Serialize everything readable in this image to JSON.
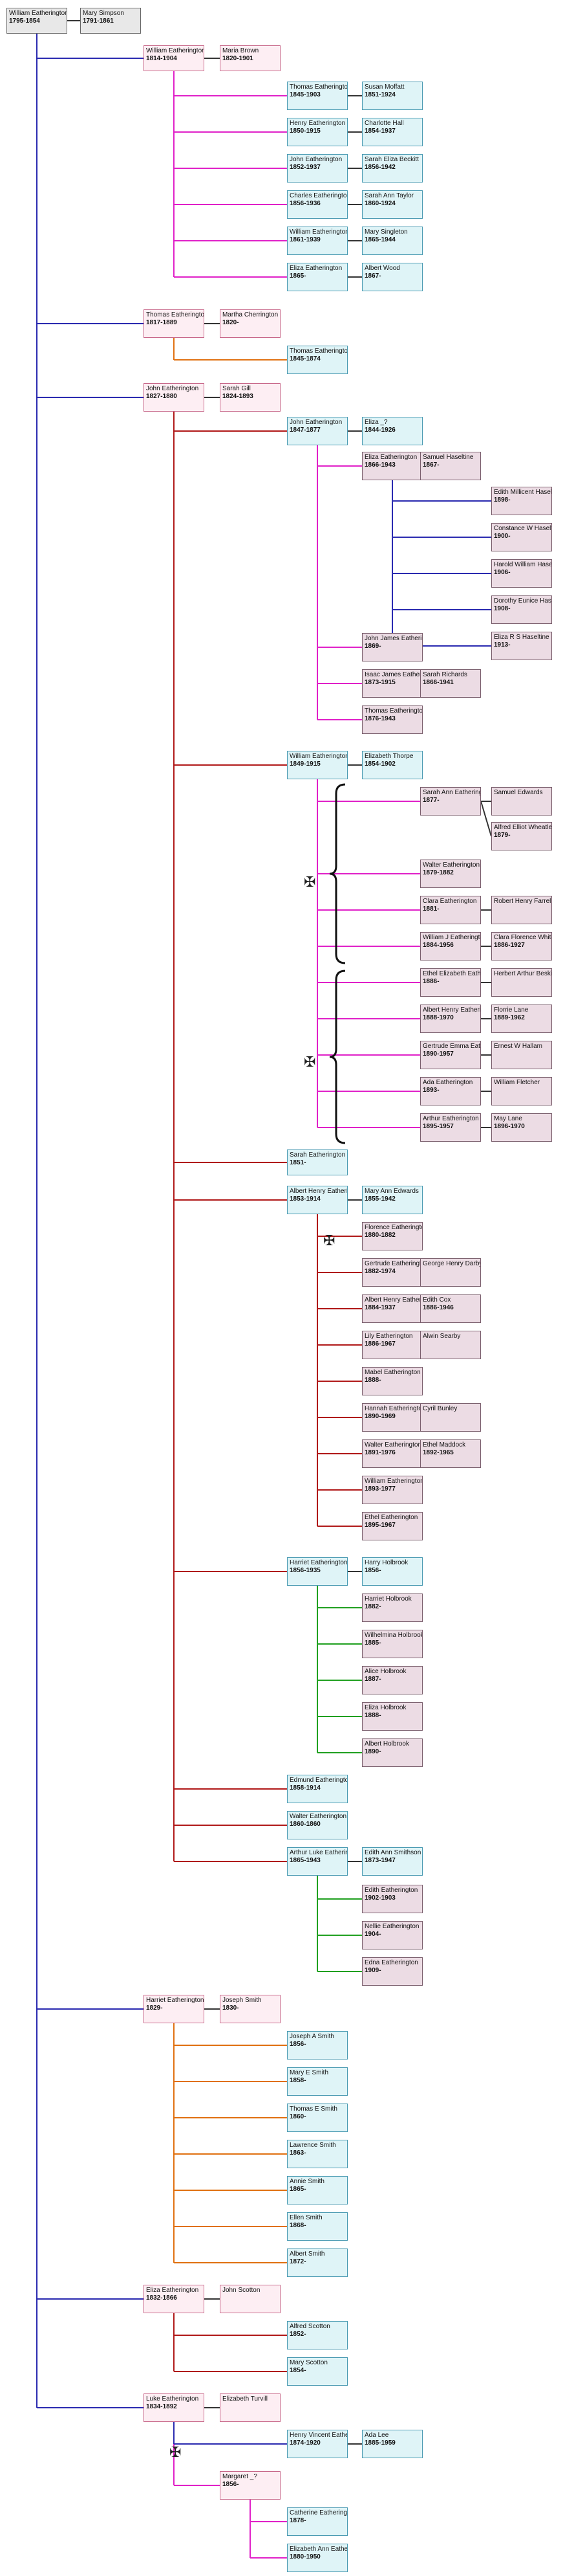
{
  "colors": {
    "grey": "#e8e8e8",
    "pink": "#fdeef3",
    "cyan": "#dff4f7",
    "mauve": "#ecdce4",
    "line_blue": "#2a2ab0",
    "line_magenta": "#e020c8",
    "line_red": "#b01818",
    "line_orange": "#e07010",
    "line_green": "#20a020",
    "line_dark": "#333333"
  },
  "people": [
    {
      "name": "William Eatherington",
      "dates": "1795-1854"
    },
    {
      "name": "Mary Simpson",
      "dates": "1791-1861"
    },
    {
      "name": "William Eatherington",
      "dates": "1814-1904"
    },
    {
      "name": "Maria Brown",
      "dates": "1820-1901"
    },
    {
      "name": "Thomas Eatherington",
      "dates": "1845-1903"
    },
    {
      "name": "Susan Moffatt",
      "dates": "1851-1924"
    },
    {
      "name": "Henry Eatherington",
      "dates": "1850-1915"
    },
    {
      "name": "Charlotte Hall",
      "dates": "1854-1937"
    },
    {
      "name": "John Eatherington",
      "dates": "1852-1937"
    },
    {
      "name": "Sarah Eliza Beckitt",
      "dates": "1856-1942"
    },
    {
      "name": "Charles Eatherington",
      "dates": "1856-1936"
    },
    {
      "name": "Sarah Ann Taylor",
      "dates": "1860-1924"
    },
    {
      "name": "William Eatherington",
      "dates": "1861-1939"
    },
    {
      "name": "Mary Singleton",
      "dates": "1865-1944"
    },
    {
      "name": "Eliza Eatherington",
      "dates": "1865-"
    },
    {
      "name": "Albert Wood",
      "dates": "1867-"
    },
    {
      "name": "Thomas Eatherington",
      "dates": "1817-1889"
    },
    {
      "name": "Martha Cherrington",
      "dates": "1820-"
    },
    {
      "name": "Thomas Eatherington",
      "dates": "1845-1874"
    },
    {
      "name": "John Eatherington",
      "dates": "1827-1880"
    },
    {
      "name": "Sarah Gill",
      "dates": "1824-1893"
    },
    {
      "name": "John Eatherington",
      "dates": "1847-1877"
    },
    {
      "name": "Eliza _?",
      "dates": "1844-1926"
    },
    {
      "name": "Eliza Eatherington",
      "dates": "1866-1943"
    },
    {
      "name": "Samuel Haseltine",
      "dates": "1867-"
    },
    {
      "name": "Edith Millicent Haseltine",
      "dates": "1898-"
    },
    {
      "name": "Constance W Haseltine",
      "dates": "1900-"
    },
    {
      "name": "Harold William Haseltine",
      "dates": "1906-"
    },
    {
      "name": "Dorothy Eunice Haseltine",
      "dates": "1908-"
    },
    {
      "name": "Eliza R S Haseltine",
      "dates": "1913-"
    },
    {
      "name": "John James Eatherington",
      "dates": "1869-"
    },
    {
      "name": "Isaac James Eatherington",
      "dates": "1873-1915"
    },
    {
      "name": "Sarah Richards",
      "dates": "1866-1941"
    },
    {
      "name": "Thomas Eatherington",
      "dates": "1876-1943"
    },
    {
      "name": "William Eatherington",
      "dates": "1849-1915"
    },
    {
      "name": "Elizabeth Thorpe",
      "dates": "1854-1902"
    },
    {
      "name": "Sarah Ann Eatherington",
      "dates": "1877-"
    },
    {
      "name": "Samuel Edwards",
      "dates": ""
    },
    {
      "name": "Alfred Elliot Wheatley",
      "dates": "1879-"
    },
    {
      "name": "Walter Eatherington",
      "dates": "1879-1882"
    },
    {
      "name": "Clara Eatherington",
      "dates": "1881-"
    },
    {
      "name": "Robert Henry Farrell",
      "dates": ""
    },
    {
      "name": "William J Eatherington",
      "dates": "1884-1956"
    },
    {
      "name": "Clara Florence Whitehead",
      "dates": "1886-1927"
    },
    {
      "name": "Ethel Elizabeth Eatherington",
      "dates": "1886-"
    },
    {
      "name": "Herbert Arthur Beskill",
      "dates": ""
    },
    {
      "name": "Albert Henry Eatherington",
      "dates": "1888-1970"
    },
    {
      "name": "Florrie Lane",
      "dates": "1889-1962"
    },
    {
      "name": "Gertrude Emma Eatherington",
      "dates": "1890-1957"
    },
    {
      "name": "Ernest W Hallam",
      "dates": ""
    },
    {
      "name": "Ada Eatherington",
      "dates": "1893-"
    },
    {
      "name": "William Fletcher",
      "dates": ""
    },
    {
      "name": "Arthur Eatherington",
      "dates": "1895-1957"
    },
    {
      "name": "May Lane",
      "dates": "1896-1970"
    },
    {
      "name": "Sarah Eatherington",
      "dates": "1851-"
    },
    {
      "name": "Albert Henry Eatherington",
      "dates": "1853-1914"
    },
    {
      "name": "Mary Ann Edwards",
      "dates": "1855-1942"
    },
    {
      "name": "Florence Eatherington",
      "dates": "1880-1882"
    },
    {
      "name": "Gertrude Eatherington",
      "dates": "1882-1974"
    },
    {
      "name": "George Henry Darby",
      "dates": ""
    },
    {
      "name": "Albert Henry Eatherington",
      "dates": "1884-1937"
    },
    {
      "name": "Edith Cox",
      "dates": "1886-1946"
    },
    {
      "name": "Lily Eatherington",
      "dates": "1886-1967"
    },
    {
      "name": "Alwin Searby",
      "dates": ""
    },
    {
      "name": "Mabel Eatherington",
      "dates": "1888-"
    },
    {
      "name": "Hannah Eatherington",
      "dates": "1890-1969"
    },
    {
      "name": "Cyril Bunley",
      "dates": ""
    },
    {
      "name": "Walter Eatherington",
      "dates": "1891-1976"
    },
    {
      "name": "Ethel Maddock",
      "dates": "1892-1965"
    },
    {
      "name": "William Eatherington",
      "dates": "1893-1977"
    },
    {
      "name": "Ethel Eatherington",
      "dates": "1895-1967"
    },
    {
      "name": "Harriet Eatherington",
      "dates": "1856-1935"
    },
    {
      "name": "Harry Holbrook",
      "dates": "1856-"
    },
    {
      "name": "Harriet Holbrook",
      "dates": "1882-"
    },
    {
      "name": "Wilhelmina Holbrook",
      "dates": "1885-"
    },
    {
      "name": "Alice Holbrook",
      "dates": "1887-"
    },
    {
      "name": "Eliza Holbrook",
      "dates": "1888-"
    },
    {
      "name": "Albert Holbrook",
      "dates": "1890-"
    },
    {
      "name": "Edmund Eatherington",
      "dates": "1858-1914"
    },
    {
      "name": "Walter Eatherington",
      "dates": "1860-1860"
    },
    {
      "name": "Arthur Luke Eatherington",
      "dates": "1865-1943"
    },
    {
      "name": "Edith Ann Smithson",
      "dates": "1873-1947"
    },
    {
      "name": "Edith Eatherington",
      "dates": "1902-1903"
    },
    {
      "name": "Nellie Eatherington",
      "dates": "1904-"
    },
    {
      "name": "Edna Eatherington",
      "dates": "1909-"
    },
    {
      "name": "Harriet Eatherington",
      "dates": "1829-"
    },
    {
      "name": "Joseph Smith",
      "dates": "1830-"
    },
    {
      "name": "Joseph A Smith",
      "dates": "1856-"
    },
    {
      "name": "Mary E Smith",
      "dates": "1858-"
    },
    {
      "name": "Thomas E Smith",
      "dates": "1860-"
    },
    {
      "name": "Lawrence Smith",
      "dates": "1863-"
    },
    {
      "name": "Annie Smith",
      "dates": "1865-"
    },
    {
      "name": "Ellen Smith",
      "dates": "1868-"
    },
    {
      "name": "Albert Smith",
      "dates": "1872-"
    },
    {
      "name": "Eliza Eatherington",
      "dates": "1832-1866"
    },
    {
      "name": "John Scotton",
      "dates": ""
    },
    {
      "name": "Alfred Scotton",
      "dates": "1852-"
    },
    {
      "name": "Mary Scotton",
      "dates": "1854-"
    },
    {
      "name": "Luke Eatherington",
      "dates": "1834-1892"
    },
    {
      "name": "Elizabeth Turvill",
      "dates": ""
    },
    {
      "name": "Henry Vincent Eatherington",
      "dates": "1874-1920"
    },
    {
      "name": "Ada Lee",
      "dates": "1885-1959"
    },
    {
      "name": "Margaret _?",
      "dates": "1856-"
    },
    {
      "name": "Catherine Eatherington",
      "dates": "1878-"
    },
    {
      "name": "Elizabeth Ann Eatherington",
      "dates": "1880-1950"
    }
  ]
}
